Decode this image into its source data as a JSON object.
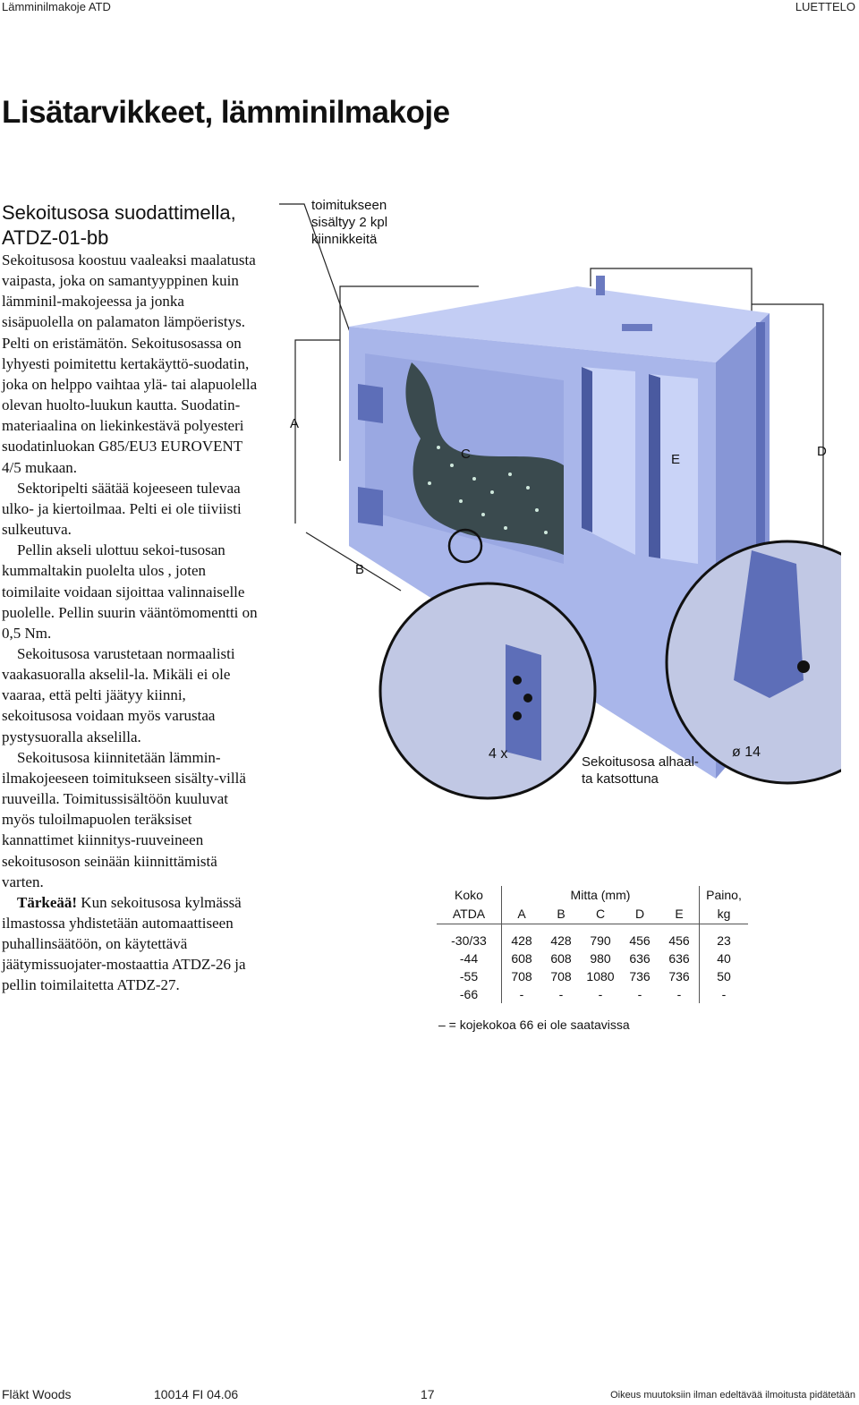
{
  "header": {
    "left": "Lämminilmakoje ATD",
    "right": "LUETTELO"
  },
  "title": "Lisätarvikkeet, lämminilmakoje",
  "subtitle": {
    "line1": "Sekoitusosa suodattimella,",
    "line2": "ATDZ-01-bb"
  },
  "body": {
    "p1": "Sekoitusosa koostuu vaaleaksi maalatusta vaipasta, joka on samantyyppinen kuin lämminil-makojeessa ja jonka sisäpuolella on palamaton lämpöeristys. Pelti on eristämätön. Sekoitusosassa on lyhyesti poimitettu kertakäyttö-suodatin, joka on helppo vaihtaa ylä- tai alapuolella olevan huolto-luukun kautta. Suodatin-materiaalina on liekinkestävä polyesteri suodatinluokan G85/EU3 EUROVENT 4/5 mukaan.",
    "p2": "Sektoripelti säätää kojeeseen tulevaa ulko- ja kiertoilmaa. Pelti ei ole tiiviisti sulkeutuva.",
    "p3": "Pellin akseli ulottuu sekoi-tusosan kummaltakin puolelta ulos , joten toimilaite voidaan sijoittaa valinnaiselle puolelle. Pellin suurin vääntömomentti on 0,5 Nm.",
    "p4": "Sekoitusosa varustetaan normaalisti vaakasuoralla akselil-la. Mikäli ei ole vaaraa, että pelti jäätyy kiinni, sekoitusosa voidaan myös varustaa pystysuoralla akselilla.",
    "p5": "Sekoitusosa kiinnitetään lämmin-ilmakojeeseen toimitukseen sisälty-villä ruuveilla. Toimitussisältöön kuuluvat myös tuloilmapuolen teräksiset kannattimet kiinnitys-ruuveineen sekoitusoson seinään kiinnittämistä varten.",
    "p6_bold": "Tärkeää!",
    "p6": " Kun sekoitusosa kylmässä ilmastossa yhdistetään automaattiseen puhallinsäätöön, on käytettävä jäätymissuojater-mostaattia ATDZ-26 ja pellin toimilaitetta ATDZ-27."
  },
  "figure": {
    "callout": [
      "toimitukseen",
      "sisältyy 2 kpl",
      "kiinnikkeitä"
    ],
    "dims": {
      "A": "A",
      "B": "B",
      "C": "C",
      "D": "D",
      "E": "E"
    },
    "bottom_view": [
      "Sekoitusosa alhaal-",
      "ta katsottuna"
    ],
    "count": "4 x",
    "hole": "ø 14",
    "colors": {
      "body": "#a9b6ea",
      "shade": "#8796d6",
      "dark": "#5d6eb8"
    }
  },
  "table": {
    "head_koko": [
      "Koko",
      "ATDA"
    ],
    "head_mitta": "Mitta (mm)",
    "head_paino": [
      "Paino,",
      "kg"
    ],
    "cols": [
      "A",
      "B",
      "C",
      "D",
      "E"
    ],
    "rows": [
      {
        "koko": "-30/33",
        "v": [
          "428",
          "428",
          "790",
          "456",
          "456"
        ],
        "paino": "23"
      },
      {
        "koko": "-44",
        "v": [
          "608",
          "608",
          "980",
          "636",
          "636"
        ],
        "paino": "40"
      },
      {
        "koko": "-55",
        "v": [
          "708",
          "708",
          "1080",
          "736",
          "736"
        ],
        "paino": "50"
      },
      {
        "koko": "-66",
        "v": [
          "-",
          "-",
          "-",
          "-",
          "-"
        ],
        "paino": "-"
      }
    ],
    "note": "– = kojekokoa 66 ei ole saatavissa"
  },
  "footer": {
    "brand": "Fläkt Woods",
    "code": "10014 FI 04.06",
    "page": "17",
    "rights": "Oikeus muutoksiin ilman edeltävää ilmoitusta pidätetään"
  }
}
